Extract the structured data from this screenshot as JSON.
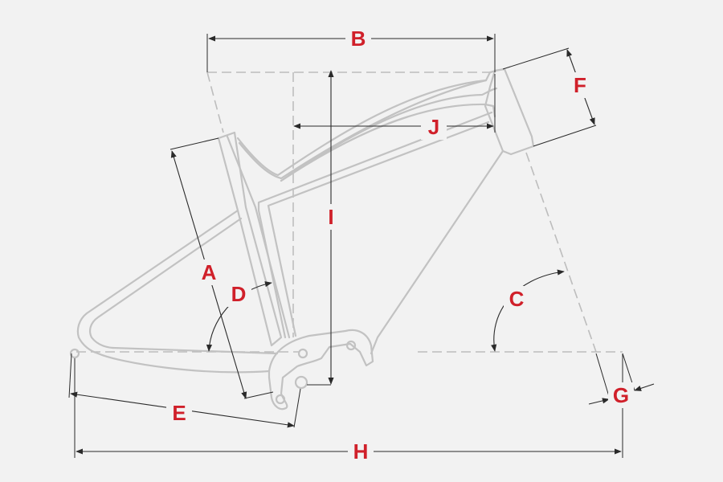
{
  "colors": {
    "background": "#f2f2f2",
    "frame": "#c2c2c2",
    "dimension_line": "#2a2a2a",
    "label": "#d0202a"
  },
  "labels": {
    "A": "A",
    "B": "B",
    "C": "C",
    "D": "D",
    "E": "E",
    "F": "F",
    "G": "G",
    "H": "H",
    "I": "I",
    "J": "J"
  }
}
